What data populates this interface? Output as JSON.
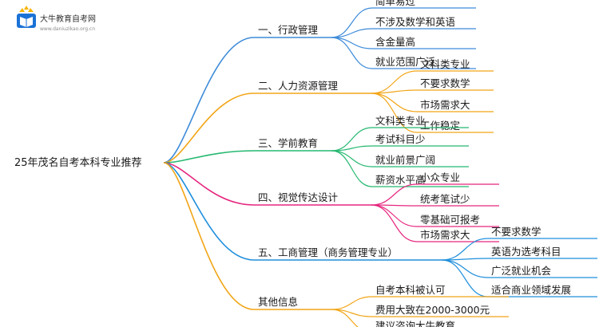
{
  "logo": {
    "name": "大牛教育自考网",
    "url": "www.daniuzikao.org.cn"
  },
  "root": "25年茂名自考本科专业推荐",
  "branches": [
    {
      "label": "一、行政管理",
      "color": "#3d8bd9",
      "children": [
        "简单易过",
        "不涉及数学和英语",
        "含金量高",
        "就业范围广泛"
      ]
    },
    {
      "label": "二、人力资源管理",
      "color": "#f2a516",
      "children": [
        "文科类专业",
        "不要求数学",
        "市场需求大",
        "工作稳定"
      ]
    },
    {
      "label": "三、学前教育",
      "color": "#25b870",
      "children": [
        "文科类专业",
        "考试科目少",
        "就业前景广阔",
        "薪资水平高"
      ]
    },
    {
      "label": "四、视觉传达设计",
      "color": "#e6267e",
      "children": [
        "小众专业",
        "统考笔试少",
        "零基础可报考",
        "市场需求大"
      ]
    },
    {
      "label": "五、工商管理（商务管理专业）",
      "color": "#1f8fdc",
      "children": [
        "不要求数学",
        "英语为选考科目",
        "广泛就业机会",
        "适合商业领域发展"
      ]
    },
    {
      "label": "其他信息",
      "color": "#f2a516",
      "children": [
        "自考本科被认可",
        "费用大致在2000-3000元",
        "建议咨询大牛教育"
      ]
    }
  ]
}
